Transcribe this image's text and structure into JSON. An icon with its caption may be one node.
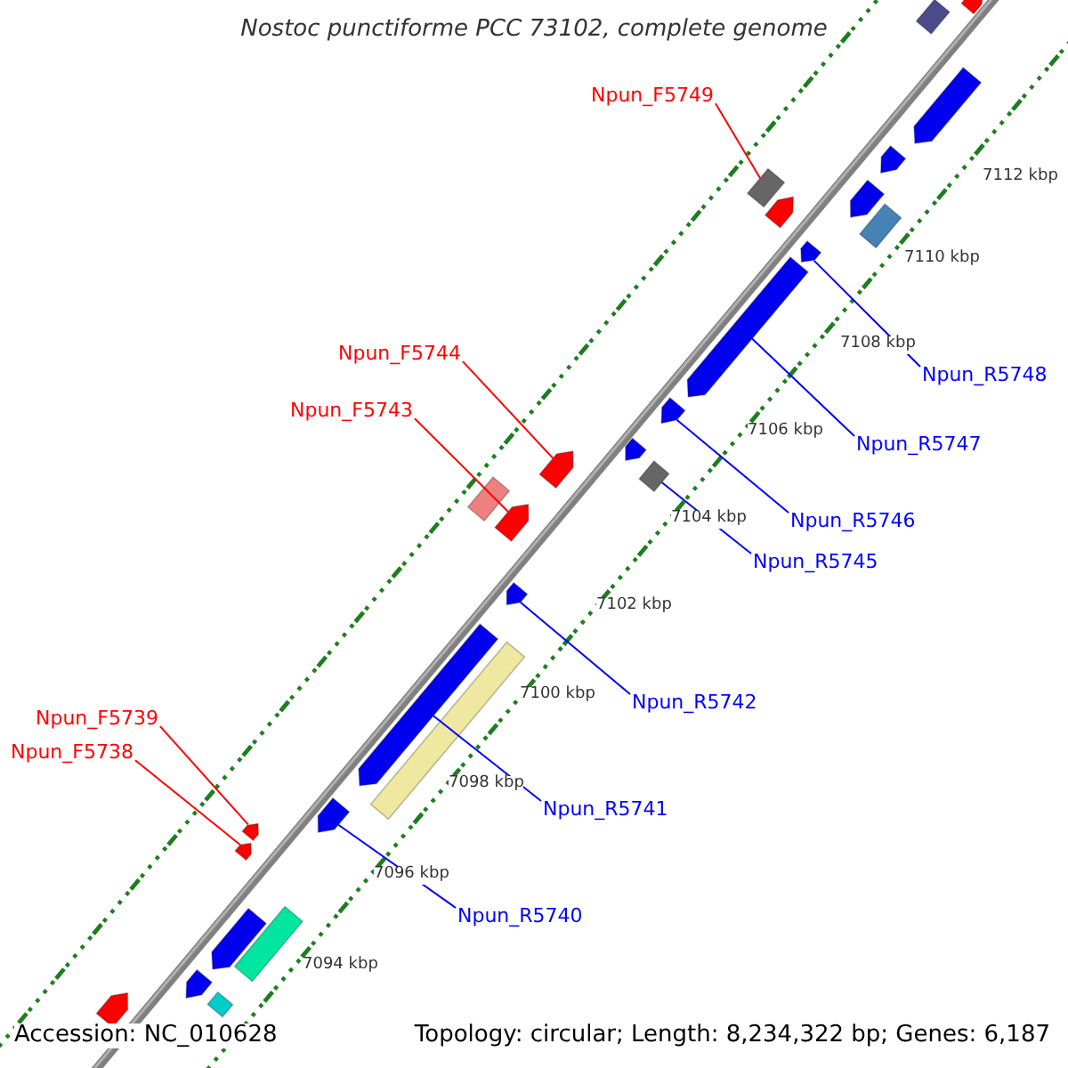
{
  "diagram": {
    "title": "Nostoc punctiforme PCC 73102, complete genome",
    "nodes": [
      {
        "text": [
          "Npun_F5749"
        ]
      },
      {
        "text": [
          "Npun_F5744"
        ]
      },
      {
        "text": [
          "Npun_F5743"
        ]
      },
      {
        "text": [
          "Npun_R5748"
        ]
      },
      {
        "text": [
          "Npun_R5747"
        ]
      },
      {
        "text": [
          "Npun_R5746"
        ]
      },
      {
        "text": [
          "Npun_R5745"
        ]
      },
      {
        "text": [
          "Npun_R5742"
        ]
      },
      {
        "text": [
          "Npun_F5739"
        ]
      },
      {
        "text": [
          "Npun_F5738"
        ]
      },
      {
        "text": [
          "Npun_R5741"
        ]
      },
      {
        "text": [
          "Npun_R5740"
        ]
      },
      {
        "text": [],
        "shape": "pentagon"
      },
      {
        "text": [],
        "shape": "box"
      },
      {
        "text": [],
        "shape": "pentagon"
      },
      {
        "text": [],
        "shape": "pentagon"
      },
      {
        "text": [],
        "shape": "box"
      },
      {
        "text": [],
        "shape": "pentagon"
      },
      {
        "text": [],
        "shape": "pentagon"
      },
      {
        "text": [],
        "shape": "box"
      },
      {
        "text": [],
        "shape": "pentagon"
      },
      {
        "text": [],
        "shape": "pentagon"
      },
      {
        "text": [],
        "shape": "pentagon"
      },
      {
        "text": [],
        "shape": "pentagon"
      },
      {
        "text": [],
        "shape": "pentagon"
      },
      {
        "text": [],
        "shape": "box"
      },
      {
        "text": [],
        "shape": "box"
      },
      {
        "text": [],
        "shape": "pentagon"
      },
      {
        "text": [],
        "shape": "pentagon"
      },
      {
        "text": [],
        "shape": "pentagon"
      },
      {
        "text": [],
        "shape": "box"
      },
      {
        "text": [],
        "shape": "pentagon"
      },
      {
        "text": [],
        "shape": "pentagon"
      },
      {
        "text": [],
        "shape": "pentagon"
      },
      {
        "text": [],
        "shape": "pentagon"
      },
      {
        "text": [],
        "shape": "box"
      },
      {
        "text": [],
        "shape": "pentagon"
      },
      {
        "text": [],
        "shape": "pentagon"
      },
      {
        "text": [],
        "shape": "box"
      }
    ],
    "edges": [
      {
        "from": 0,
        "to": 16,
        "arrow": "none",
        "color": "#ff0000"
      },
      {
        "from": 1,
        "to": 24,
        "arrow": "none",
        "color": "#ff0000"
      },
      {
        "from": 2,
        "to": 27,
        "arrow": "none",
        "color": "#ff0000"
      },
      {
        "from": 3,
        "to": 20,
        "arrow": "none"
      },
      {
        "from": 4,
        "to": 21,
        "arrow": "none"
      },
      {
        "from": 5,
        "to": 22,
        "arrow": "none"
      },
      {
        "from": 6,
        "to": 25,
        "arrow": "none"
      },
      {
        "from": 7,
        "to": 28,
        "arrow": "none"
      },
      {
        "from": 8,
        "to": 32,
        "arrow": "none",
        "color": "#ff0000"
      },
      {
        "from": 9,
        "to": 33,
        "arrow": "none",
        "color": "#ff0000"
      },
      {
        "from": 10,
        "to": 29,
        "arrow": "none"
      },
      {
        "from": 11,
        "to": 31,
        "arrow": "none"
      }
    ],
    "labels": [
      "7112 kbp",
      "7110 kbp",
      "7108 kbp",
      "7106 kbp",
      "7104 kbp",
      "7102 kbp",
      "7100 kbp",
      "7098 kbp",
      "7096 kbp",
      "7094 kbp",
      "Accession: NC_010628",
      "Topology: circular; Length: 8,234,322 bp; Genes: 6,187"
    ]
  }
}
